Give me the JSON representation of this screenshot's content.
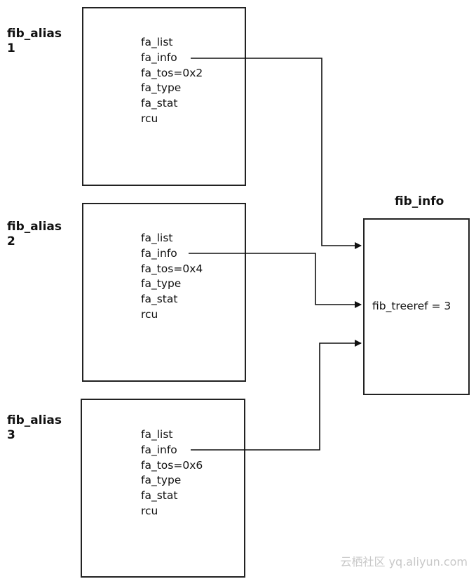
{
  "aliases": [
    {
      "title_line1": "fib_alias",
      "title_line2": "1",
      "fields": [
        "fa_list",
        "fa_info",
        "fa_tos=0x2",
        "fa_type",
        "fa_stat",
        "rcu"
      ]
    },
    {
      "title_line1": "fib_alias",
      "title_line2": "2",
      "fields": [
        "fa_list",
        "fa_info",
        "fa_tos=0x4",
        "fa_type",
        "fa_stat",
        "rcu"
      ]
    },
    {
      "title_line1": "fib_alias",
      "title_line2": "3",
      "fields": [
        "fa_list",
        "fa_info",
        "fa_tos=0x6",
        "fa_type",
        "fa_stat",
        "rcu"
      ]
    }
  ],
  "fib_info": {
    "title": "fib_info",
    "field": "fib_treeref = 3"
  },
  "watermark": "云栖社区 yq.aliyun.com"
}
